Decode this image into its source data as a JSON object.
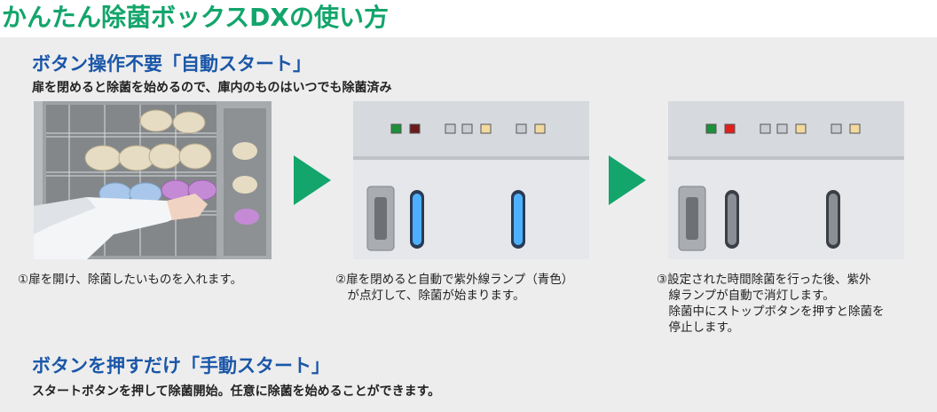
{
  "title": "かんたん除菌ボックスDXの使い方",
  "section1": {
    "heading": "ボタン操作不要「自動スタート」",
    "description": "扉を閉めると除菌を始めるので、庫内のものはいつでも除菌済み"
  },
  "steps": [
    {
      "caption": [
        "①扉を開け、除菌したいものを入れます。"
      ]
    },
    {
      "caption": [
        "②扉を閉めると自動で紫外線ランプ（青色）",
        "　が点灯して、除菌が始まります。"
      ]
    },
    {
      "caption": [
        "③設定された時間除菌を行った後、紫外",
        "　線ランプが自動で消灯します。",
        "　除菌中にストップボタンを押すと除菌を",
        "　停止します。"
      ]
    }
  ],
  "section2": {
    "heading": "ボタンを押すだけ「手動スタート」",
    "description": "スタートボタンを押して除菌開始。任意に除菌を始めることができます。"
  },
  "colors": {
    "accent_green": "#13a56b",
    "heading_blue": "#1b57a8",
    "panel_bg": "#ededee",
    "uv_blue": "#3aa0ff"
  }
}
